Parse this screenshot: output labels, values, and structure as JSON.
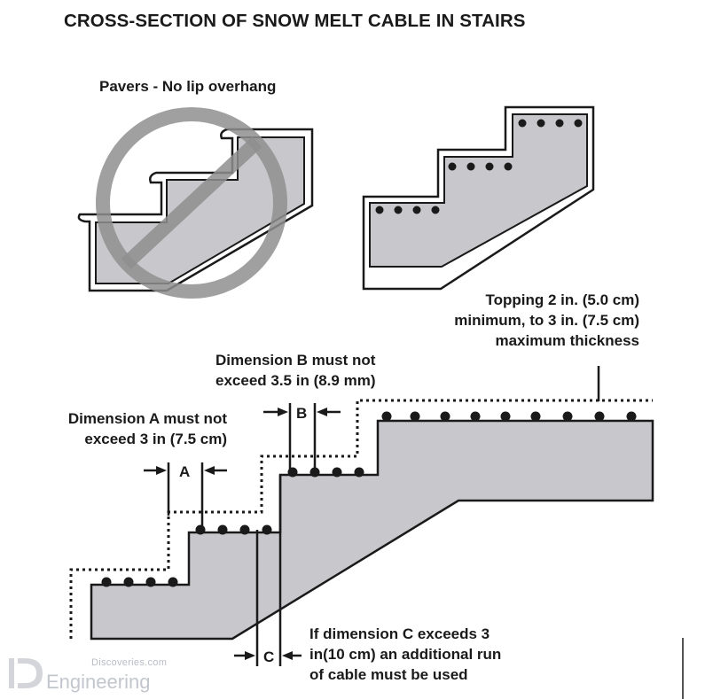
{
  "title": "CROSS-SECTION OF SNOW MELT CABLE IN STAIRS",
  "labels": {
    "pavers": "Pavers - No lip overhang",
    "topping": [
      "Topping 2 in. (5.0 cm)",
      "minimum, to 3 in. (7.5 cm)",
      "maximum thickness"
    ],
    "dim_b": [
      "Dimension B must not",
      "exceed 3.5 in (8.9 mm)"
    ],
    "dim_a": [
      "Dimension A must not",
      "exceed 3 in (7.5 cm)"
    ],
    "dim_c_note": [
      "If dimension C exceeds 3",
      "in(10 cm) an additional run",
      "of cable must be used"
    ]
  },
  "dimension_letters": {
    "a": "A",
    "b": "B",
    "c": "C"
  },
  "watermark": {
    "top": "Discoveries.com",
    "main": "Engineering"
  },
  "colors": {
    "concrete": "#c8c8cc",
    "outline": "#1a1a1a",
    "prohibit": "#8f8f8f",
    "logo": "#c5c8ce"
  }
}
